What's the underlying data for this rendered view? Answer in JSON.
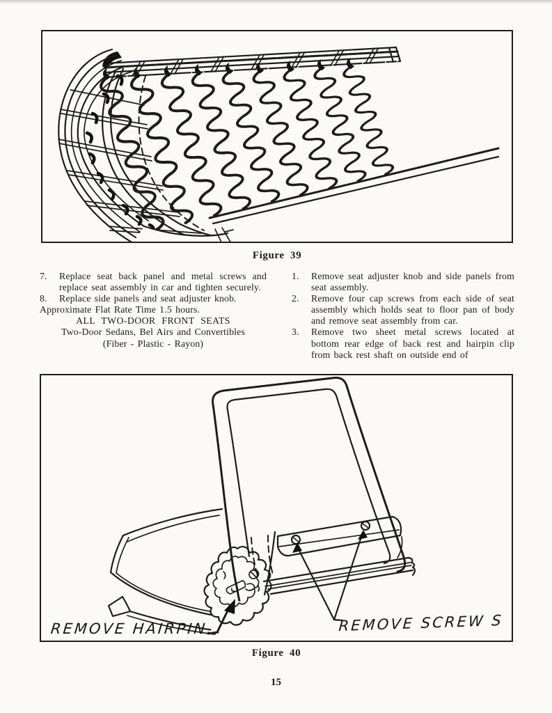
{
  "colors": {
    "ink": "#1b1b1b",
    "paper": "#fbfaf6"
  },
  "page": {
    "number": "15"
  },
  "figure39": {
    "caption": "Figure 39"
  },
  "figure40": {
    "caption": "Figure 40",
    "label_hairpin": "REMOVE HAIRPIN.",
    "label_screws": "REMOVE SCREW S"
  },
  "left_column": {
    "items": [
      {
        "num": "7.",
        "text": "Replace seat back panel and metal screws and replace seat assembly in car and tighten securely."
      },
      {
        "num": "8.",
        "text": "Replace side panels and seat adjuster knob."
      }
    ],
    "flat_rate_line": "Approximate Flat Rate Time 1.5 hours.",
    "heading": "ALL TWO-DOOR FRONT SEATS",
    "subheading": "Two-Door Sedans, Bel Airs and Convertibles",
    "subheading2": "(Fiber - Plastic - Rayon)"
  },
  "right_column": {
    "items": [
      {
        "num": "1.",
        "text": "Remove seat adjuster knob and side panels from seat assembly."
      },
      {
        "num": "2.",
        "text": "Remove four cap screws from each side of seat assembly which holds seat to floor pan of body and remove seat assembly from car."
      },
      {
        "num": "3.",
        "text": "Remove two sheet metal screws located at bottom rear edge of back rest and hairpin clip from back rest shaft on outside end of"
      }
    ]
  }
}
